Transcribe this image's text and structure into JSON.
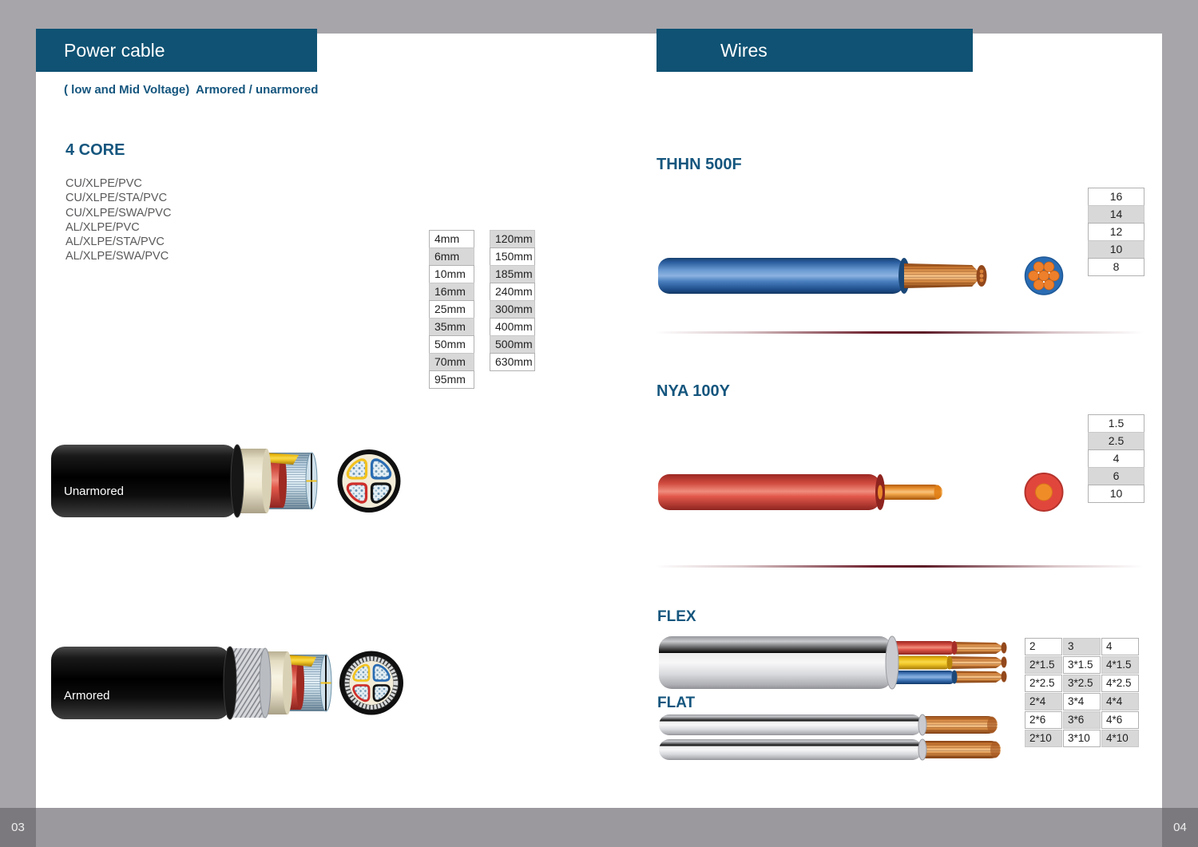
{
  "page_left": {
    "banner": "Power cable",
    "subtitle": "( low and Mid Voltage)  Armored / unarmored",
    "section_title": "4 CORE",
    "cable_types": [
      "CU/XLPE/PVC",
      "CU/XLPE/STA/PVC",
      "CU/XLPE/SWA/PVC",
      "AL/XLPE/PVC",
      "AL/XLPE/STA/PVC",
      "AL/XLPE/SWA/PVC"
    ],
    "sizes_col1": [
      "4mm",
      "6mm",
      "10mm",
      "16mm",
      "25mm",
      "35mm",
      "50mm",
      "70mm",
      "95mm"
    ],
    "sizes_col2": [
      "120mm",
      "150mm",
      "185mm",
      "240mm",
      "300mm",
      "400mm",
      "500mm",
      "630mm"
    ],
    "unarmored_label": "Unarmored",
    "armored_label": "Armored",
    "page_number": "03"
  },
  "page_right": {
    "banner": "Wires",
    "thhn": {
      "title": "THHN 500F",
      "sizes": [
        "16",
        "14",
        "12",
        "10",
        "8"
      ]
    },
    "nya": {
      "title": "NYA 100Y",
      "sizes": [
        "1.5",
        "2.5",
        "4",
        "6",
        "10"
      ]
    },
    "flex_title": "FLEX",
    "flat_title": "FLAT",
    "flex_flat_sizes": [
      [
        "2",
        "3",
        "4"
      ],
      [
        "2*1.5",
        "3*1.5",
        "4*1.5"
      ],
      [
        "2*2.5",
        "3*2.5",
        "4*2.5"
      ],
      [
        "2*4",
        "3*4",
        "4*4"
      ],
      [
        "2*6",
        "3*6",
        "4*6"
      ],
      [
        "2*10",
        "3*10",
        "4*10"
      ]
    ],
    "page_number": "04"
  },
  "colors": {
    "banner_bg": "#0f5273",
    "heading_blue": "#15567e",
    "separator_maroon": "#6d1f2c",
    "thhn_blue": "#2a6cb3",
    "nya_red": "#e1463c",
    "copper": "#e0873a",
    "cell_alt_grey": "#d8d8d8",
    "frame_grey": "#a7a5aa"
  }
}
